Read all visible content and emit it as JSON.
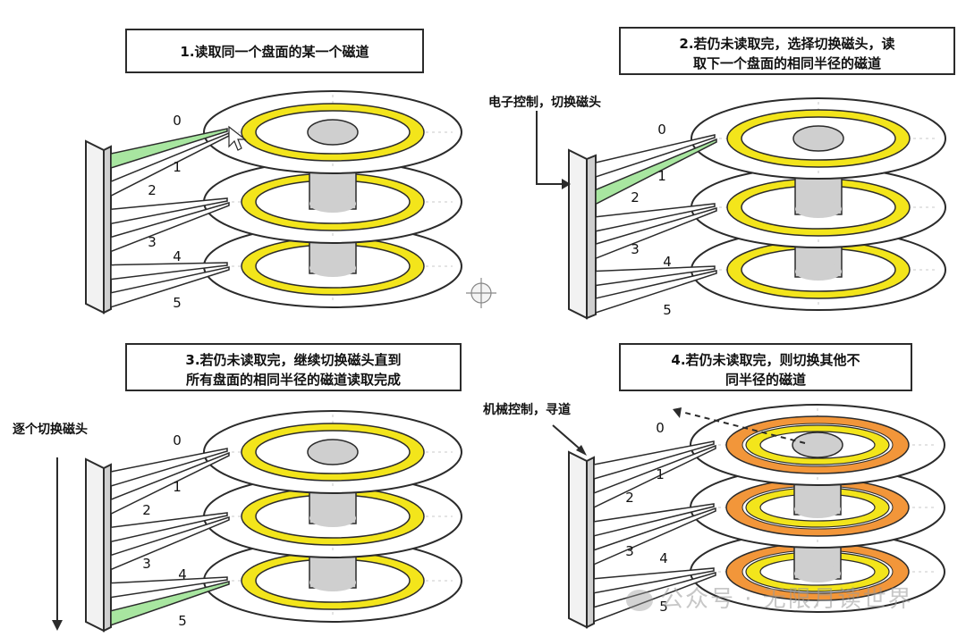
{
  "panels": [
    {
      "caption_line1": "1.读取同一个盘面的某一个磁道",
      "caption_line2": "",
      "callout": "",
      "head_labels": [
        "0",
        "1",
        "2",
        "3",
        "4",
        "5"
      ]
    },
    {
      "caption_line1": "2.若仍未读取完，选择切换磁头，读",
      "caption_line2": "取下一个盘面的相同半径的磁道",
      "callout": "电子控制，切换磁头",
      "head_labels": [
        "0",
        "1",
        "2",
        "3",
        "4",
        "5"
      ]
    },
    {
      "caption_line1": "3.若仍未读取完，继续切换磁头直到",
      "caption_line2": "所有盘面的相同半径的磁道读取完成",
      "callout": "逐个切换磁头",
      "head_labels": [
        "0",
        "1",
        "2",
        "3",
        "4",
        "5"
      ]
    },
    {
      "caption_line1": "4.若仍未读取完，则切换其他不",
      "caption_line2": "同半径的磁道",
      "callout": "机械控制，寻道",
      "head_labels": [
        "0",
        "1",
        "2",
        "3",
        "4",
        "5"
      ]
    }
  ],
  "watermark": "公众号 · 无限月读世界",
  "colors": {
    "yellow_track": "#f3e51b",
    "orange_track": "#f2963a",
    "active_arm": "#a8e6a0",
    "spindle": "#cfcfcf",
    "outline": "#2b2b2b"
  }
}
